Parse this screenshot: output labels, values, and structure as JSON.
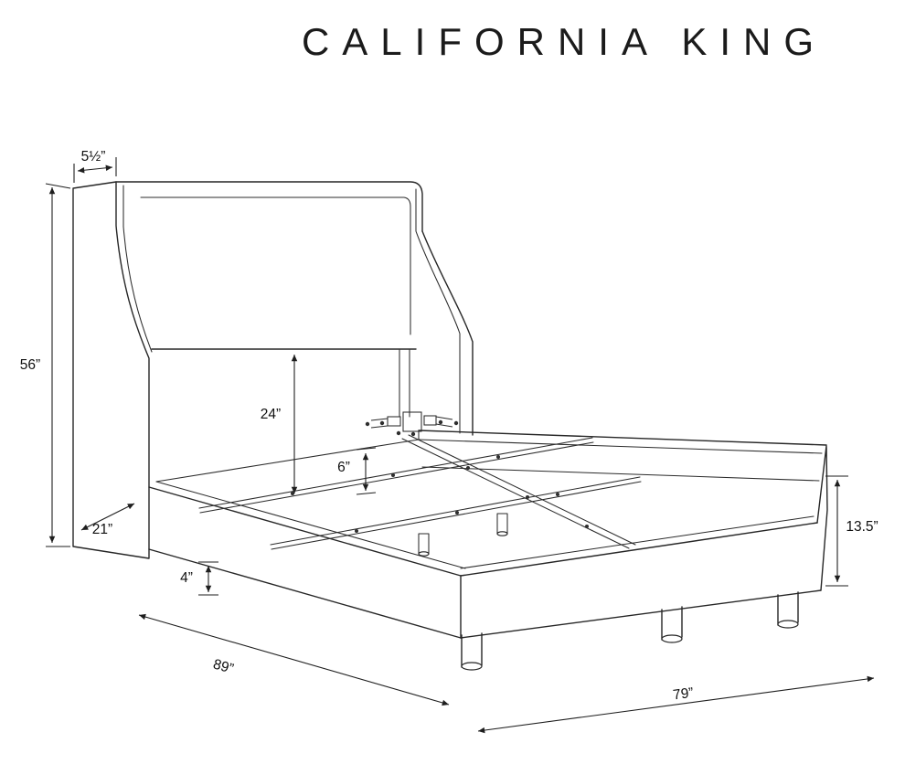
{
  "title": "CALIFORNIA KING",
  "dimensions": {
    "wing_thickness": "5½”",
    "headboard_height": "56”",
    "headboard_to_slats": "24”",
    "slat_clearance": "6”",
    "wing_depth": "21”",
    "floor_clearance": "4”",
    "side_rail_height": "13.5”",
    "overall_length": "89”",
    "overall_width": "79”"
  }
}
